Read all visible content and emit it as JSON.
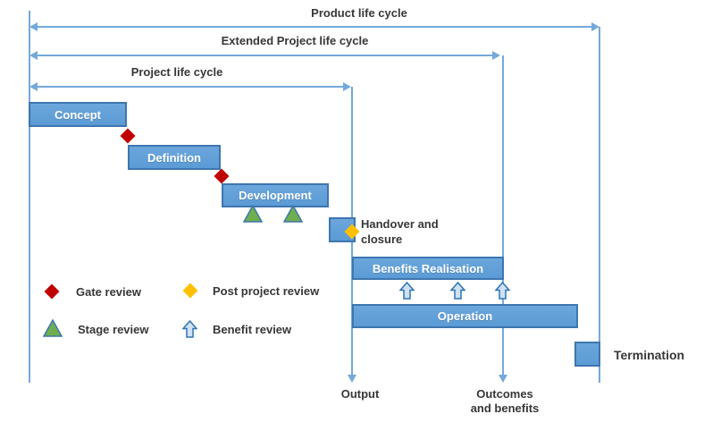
{
  "timeline": {
    "product_label": "Product life cycle",
    "extended_label": "Extended Project life cycle",
    "project_label": "Project life cycle"
  },
  "phases": {
    "concept": "Concept",
    "definition": "Definition",
    "development": "Development",
    "benefits_realisation": "Benefits Realisation",
    "operation": "Operation"
  },
  "annotations": {
    "handover": "Handover and\nclosure",
    "termination": "Termination",
    "output": "Output",
    "outcomes": "Outcomes\nand benefits"
  },
  "legend": [
    {
      "icon": "gate-review-diamond-icon",
      "label": "Gate review",
      "color": "#C00000"
    },
    {
      "icon": "post-project-review-diamond-icon",
      "label": "Post project review",
      "color": "#FFC000"
    },
    {
      "icon": "stage-review-triangle-icon",
      "label": "Stage review",
      "color": "#6FAE4E"
    },
    {
      "icon": "benefit-review-arrow-icon",
      "label": "Benefit review",
      "color": "#CFE1F3"
    }
  ],
  "colors": {
    "box_fill": "#5B9BD5",
    "box_fill_light": "#6CA6DC",
    "box_border": "#3E76AF",
    "line": "#74A9DB",
    "gate_red": "#C00000",
    "post_yellow": "#FFC000",
    "stage_green": "#6FAE4E",
    "benefit_fill": "#CFE1F3",
    "benefit_border": "#2E74B5",
    "text_dark": "#373737"
  }
}
